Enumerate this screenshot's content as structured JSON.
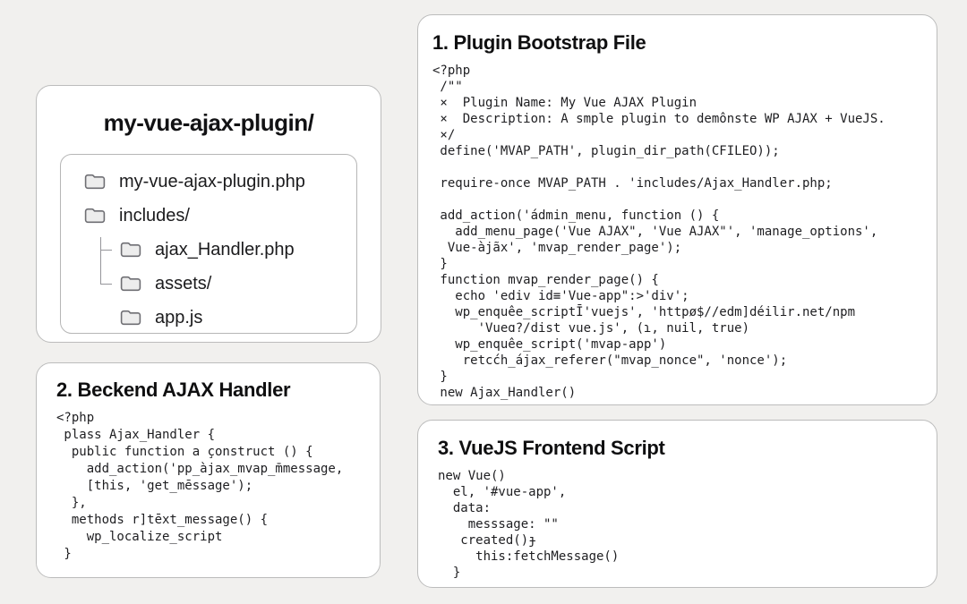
{
  "colors": {
    "page_background": "#f1f0ee",
    "panel_background": "#ffffff",
    "panel_border": "#bcbcbc",
    "text": "#1b1b1d",
    "connector": "#95959a",
    "folder_fill": "#ededed",
    "folder_stroke": "#6e6e73"
  },
  "file_tree_panel": {
    "title": "my-vue-ajax-plugin/",
    "items": [
      {
        "label": "my-vue-ajax-plugin.php",
        "icon": "folder-icon",
        "indent": 0
      },
      {
        "label": "includes/",
        "icon": "folder-icon",
        "indent": 0
      },
      {
        "label": "ajax_Handler.php",
        "icon": "folder-icon",
        "indent": 1,
        "connector": "mid"
      },
      {
        "label": "assets/",
        "icon": "folder-icon",
        "indent": 1,
        "connector": "end"
      },
      {
        "label": "app.js",
        "icon": "folder-icon",
        "indent": 1,
        "connector": "none"
      }
    ]
  },
  "bootstrap_panel": {
    "title": "1. Plugin Bootstrap File",
    "code": "<?php\n /\"\"\n ×  Plugin Name: My Vue AJAX Plugin\n ×  Description: A smple plugin to demônste WP AJAX + VueJS.\n ×/\n define('MVAP_PATH', plugin_dir_path(CFILEO));\n\n require-once MVAP_PATH . 'includes/Ajax_Handler.php;\n\n add_action('ádmin_menu, function () {\n   add_menu_page('Vue AJAX\", 'Vue AJAX\"', 'manage_options',\n  Vue-àjãx', 'mvap_render_page');\n }\n function mvap_render_page() {\n   echo 'ediv id≡'Vue-app\":>'div';\n   wp_enquêe_scriptĪ'vuejs', 'httpø$//edm]déilir.net/npm\n      'Vueɑ?/dist vue.js', (ɿ, nuil, true)\n   wp_enquêe_script('mvap-app')\n    retcćh_ájax_referer(\"mvap_nonce\", 'nonce');\n }\n new Ajax_Handler()"
  },
  "backend_panel": {
    "title": "2. Beckend AJAX Handler",
    "code": "<?php\n plass Ajax_Handler {\n  public function a ̧construct () {\n    add_action('pp_àjax_mvap_m̄message,\n    [this, 'get_mēssage');\n  },\n  methods r]tēxt_message() {\n    wp_localize_script\n }"
  },
  "frontend_panel": {
    "title": "3. VueJS Frontend Script",
    "code": "new Vue()\n  el, '#vue-app',\n  data:\n    messsage: \"\"\n   created()ɟ\n     this:fetchMessage()\n  }"
  }
}
